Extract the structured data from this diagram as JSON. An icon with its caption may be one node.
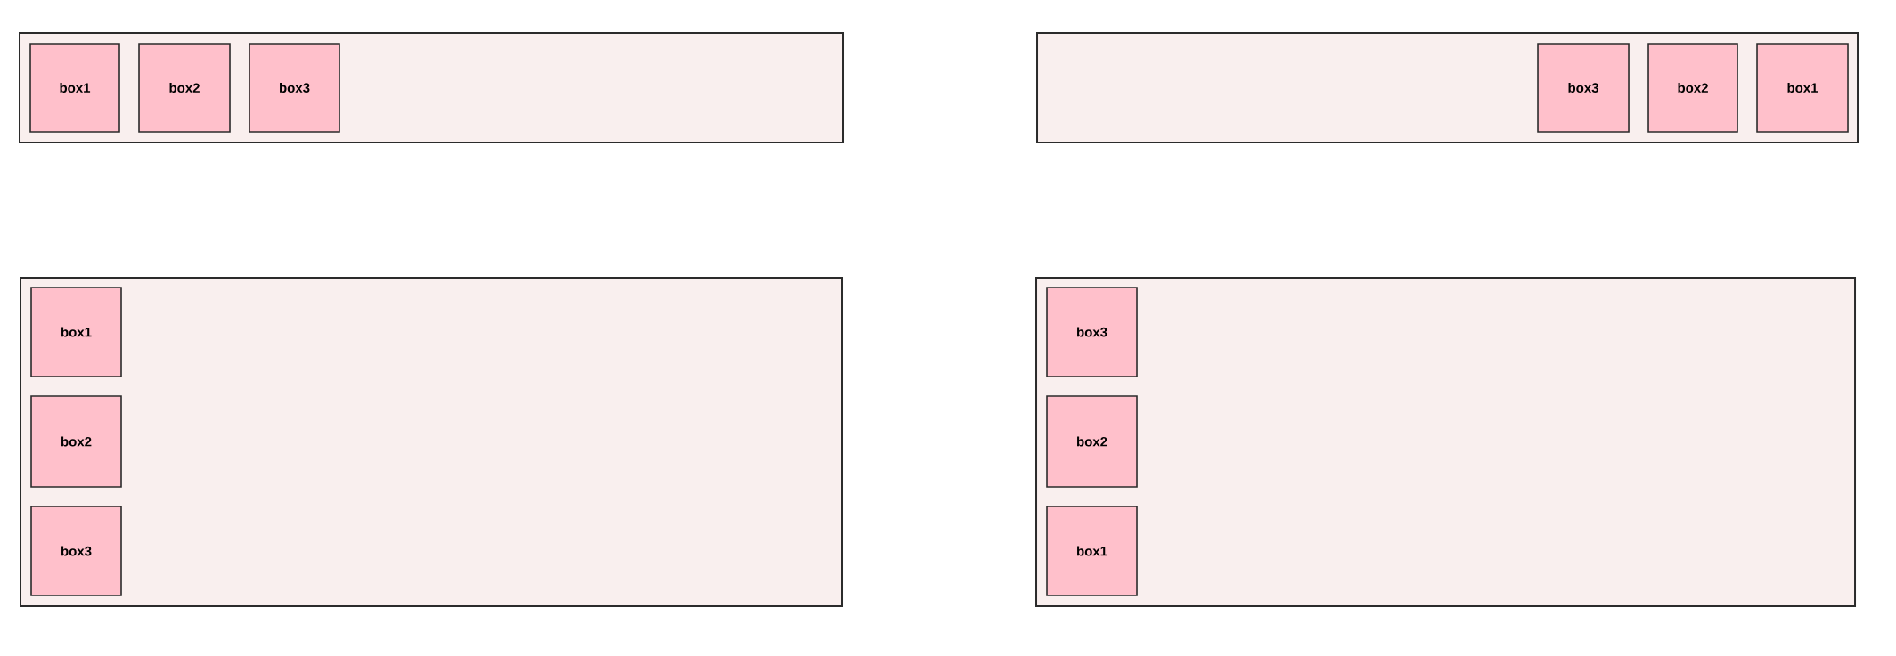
{
  "diagram": {
    "nodes": [
      {
        "text": [],
        "shape": "box"
      },
      {
        "text": [
          "box1"
        ],
        "in": 0
      },
      {
        "text": [
          "box2"
        ],
        "in": 0
      },
      {
        "text": [
          "box3"
        ],
        "in": 0
      },
      {
        "text": [],
        "shape": "box"
      },
      {
        "text": [
          "box3"
        ],
        "in": 4
      },
      {
        "text": [
          "box2"
        ],
        "in": 4
      },
      {
        "text": [
          "box1"
        ],
        "in": 4
      },
      {
        "text": [],
        "shape": "box"
      },
      {
        "text": [
          "box1"
        ],
        "in": 8
      },
      {
        "text": [
          "box2"
        ],
        "in": 8
      },
      {
        "text": [
          "box3"
        ],
        "in": 8
      },
      {
        "text": [],
        "shape": "box"
      },
      {
        "text": [
          "box3"
        ],
        "in": 12
      },
      {
        "text": [
          "box2"
        ],
        "in": 12
      },
      {
        "text": [
          "box1"
        ],
        "in": 12
      }
    ]
  }
}
